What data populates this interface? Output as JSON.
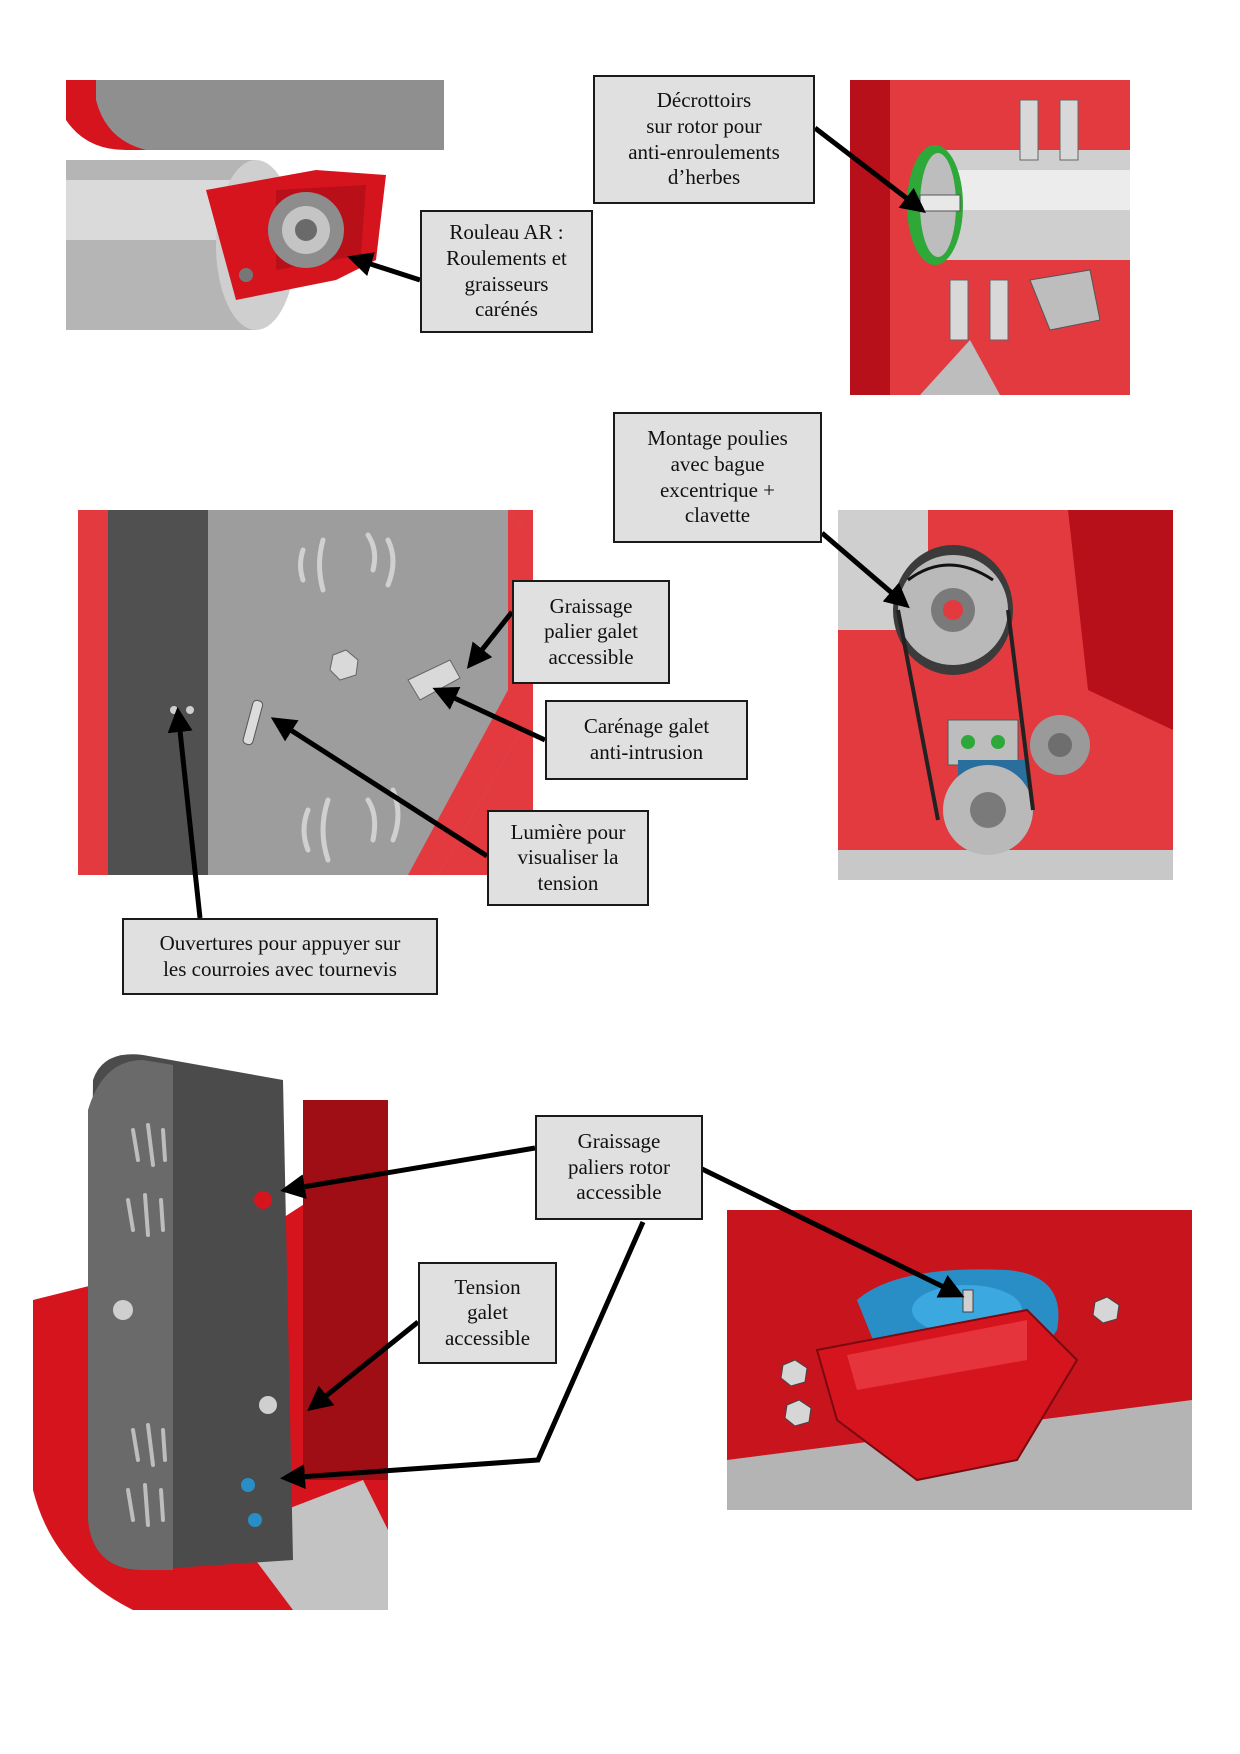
{
  "labels": {
    "rouleau_ar": "Rouleau AR :\nRoulements et\ngraisseurs\ncarénés",
    "decrottoirs": "Décrottoirs\nsur rotor pour\nanti-enroulements\nd’herbes",
    "montage_poulies": "Montage poulies\navec bague\nexcentrique +\nclavette",
    "graissage_palier_galet": "Graissage\npalier galet\naccessible",
    "carenage_galet": "Carénage galet\nanti-intrusion",
    "lumiere": "Lumière pour\nvisualiser la\ntension",
    "ouvertures": "Ouvertures pour appuyer sur\nles courroies avec tournevis",
    "graissage_paliers_rotor": "Graissage\npaliers rotor\naccessible",
    "tension_galet": "Tension\ngalet\naccessible"
  },
  "colors": {
    "red": "#d6141e",
    "dark_red": "#a00e15",
    "grey": "#9a9a9a",
    "dark_grey": "#5a5a5a",
    "light_grey": "#c8c8c8",
    "green": "#2fa83a",
    "blue": "#2a8ec6",
    "label_bg": "#e0e0e0"
  }
}
